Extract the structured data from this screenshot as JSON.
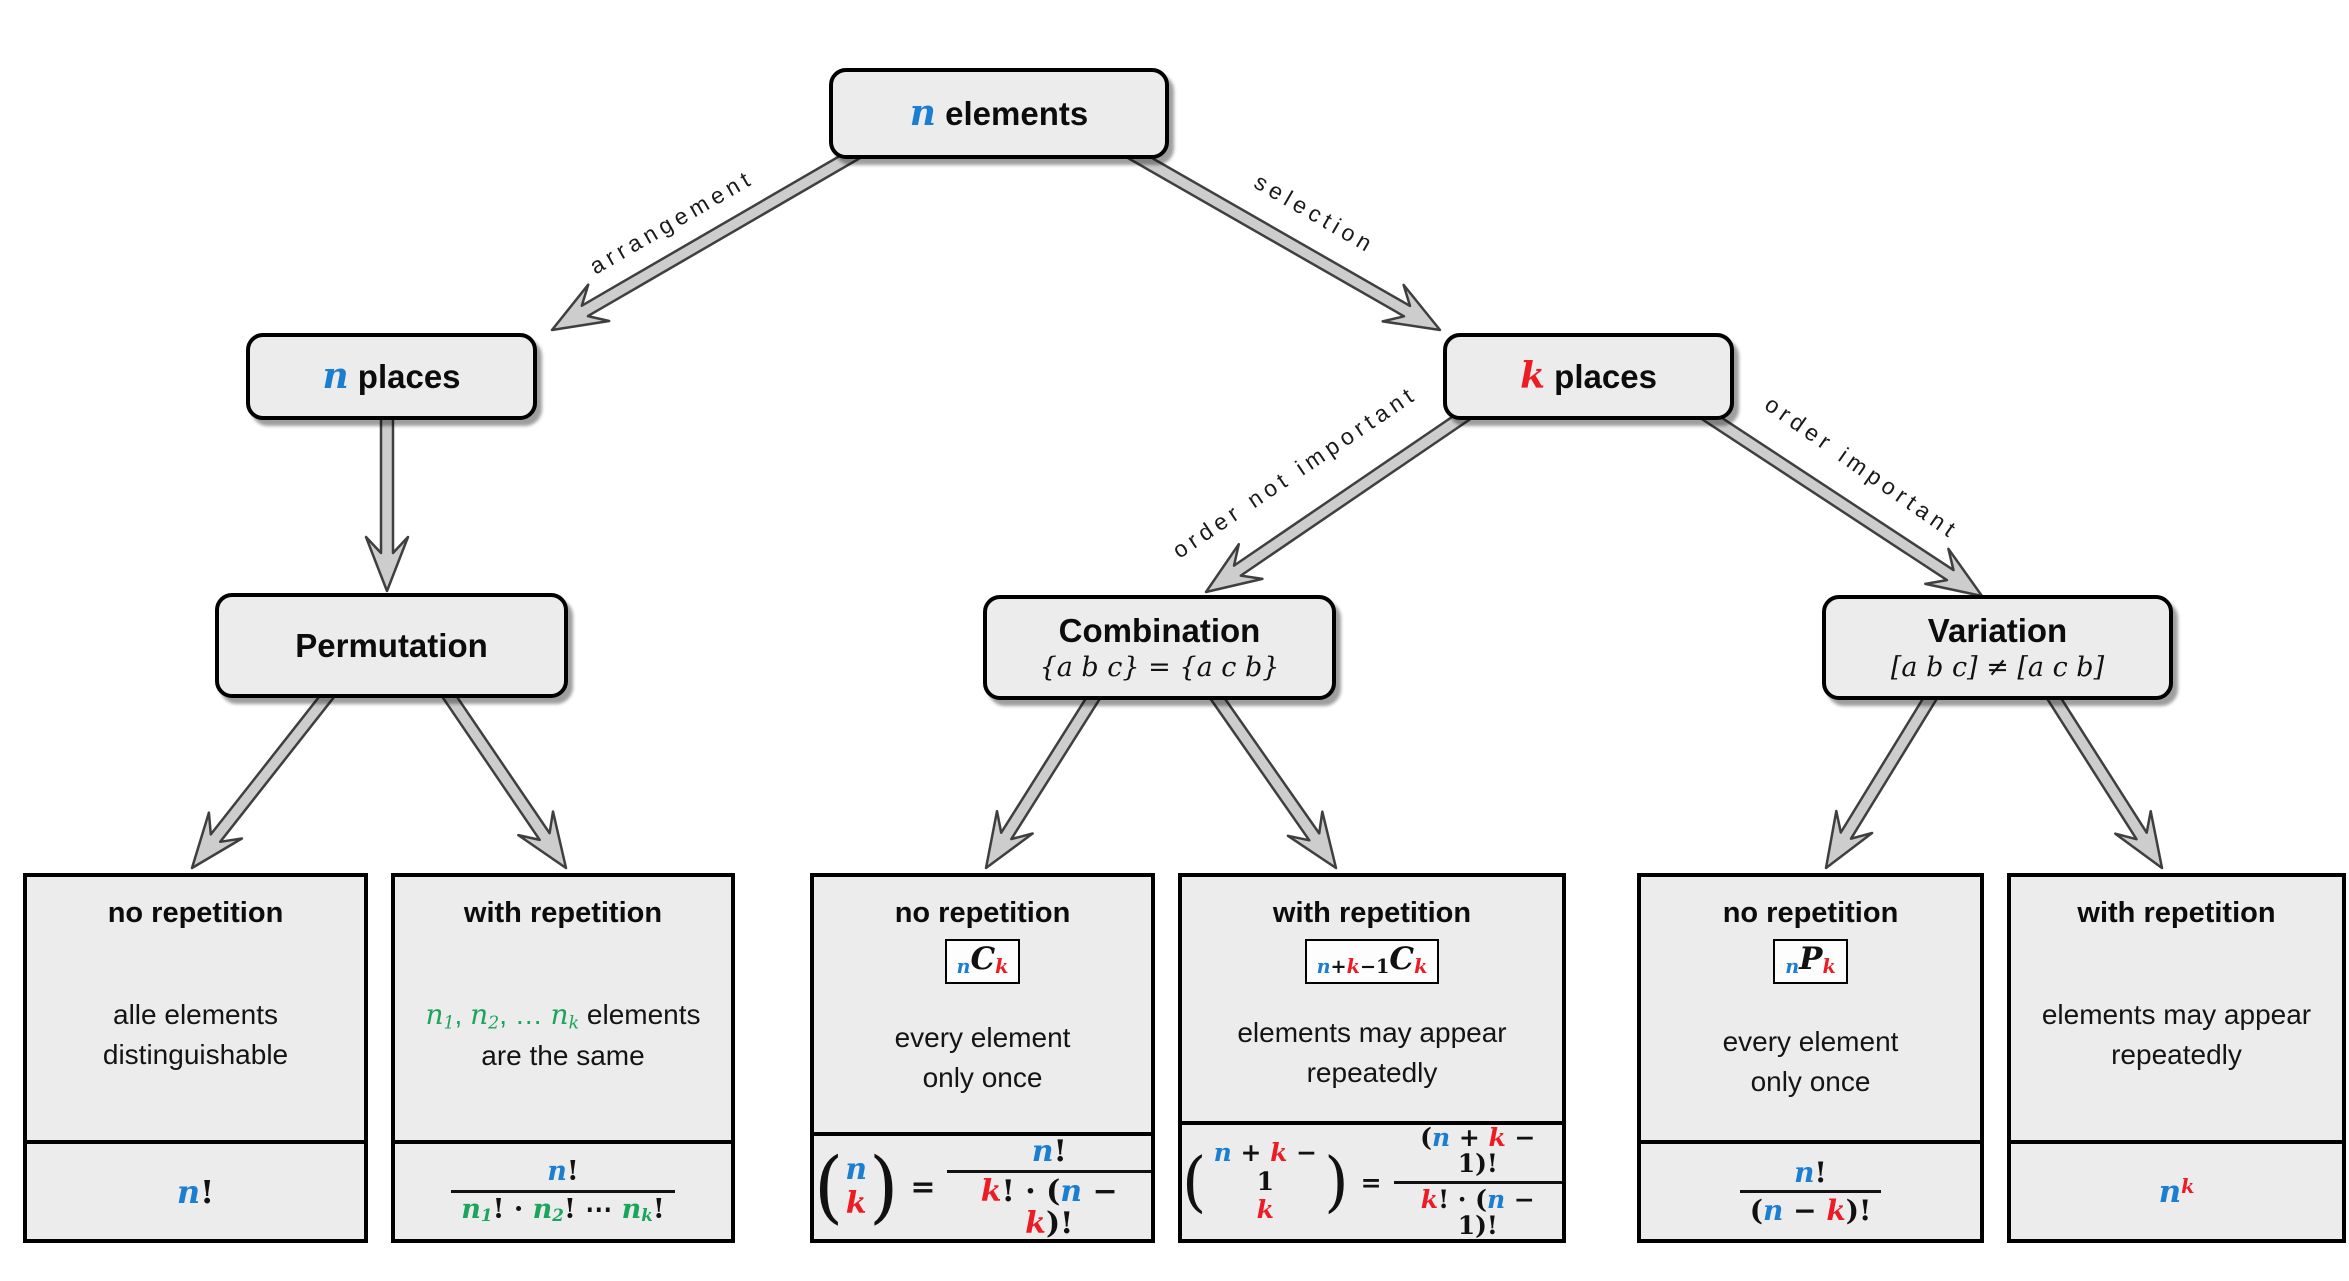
{
  "colors": {
    "blue": "#1b7ed1",
    "red": "#ed1c24",
    "green": "#1aa45c",
    "box_fill": "#ececec",
    "arrow_fill": "#cdcdcd"
  },
  "nodes": {
    "root": {
      "var": "n",
      "label": " elements"
    },
    "n_places": {
      "var": "n",
      "label": " places"
    },
    "k_places": {
      "var": "k",
      "label": " places"
    },
    "permutation": {
      "title": "Permutation"
    },
    "combination": {
      "title": "Combination",
      "subtitle": "{a b c} = {a c b}"
    },
    "variation": {
      "title": "Variation",
      "subtitle": "[a b c] ≠ [a c b]"
    }
  },
  "edge_labels": {
    "arrangement": "arrangement",
    "selection": "selection",
    "order_not_important": "order not important",
    "order_important": "order important"
  },
  "syms": {
    "lp": "(",
    "rp": ")",
    "eq": "="
  },
  "leaves": [
    {
      "title": "no repetition",
      "desc1": [
        {
          "t": "alle elements"
        }
      ],
      "desc2": [
        {
          "t": "distinguishable"
        }
      ],
      "formula": {
        "inline": [
          {
            "t": "n",
            "c": "blue",
            "m": 1
          },
          {
            "t": "!"
          }
        ]
      }
    },
    {
      "title": "with repetition",
      "desc1": [
        {
          "t": "n",
          "c": "green",
          "m": 1
        },
        {
          "t": "1",
          "c": "green",
          "v": "sub",
          "m": 1
        },
        {
          "t": ", ",
          "c": "green"
        },
        {
          "t": "n",
          "c": "green",
          "m": 1
        },
        {
          "t": "2",
          "c": "green",
          "v": "sub",
          "m": 1
        },
        {
          "t": ", … ",
          "c": "green"
        },
        {
          "t": "n",
          "c": "green",
          "m": 1
        },
        {
          "t": "k",
          "c": "green",
          "v": "sub",
          "m": 1
        },
        {
          "t": " elements"
        }
      ],
      "desc2": [
        {
          "t": "are the same"
        }
      ],
      "formula": {
        "num": [
          {
            "t": "n",
            "c": "blue",
            "m": 1
          },
          {
            "t": "!"
          }
        ],
        "den": [
          {
            "t": "n",
            "c": "green",
            "m": 1
          },
          {
            "t": "1",
            "c": "green",
            "v": "sub",
            "m": 1
          },
          {
            "t": "! · "
          },
          {
            "t": "n",
            "c": "green",
            "m": 1
          },
          {
            "t": "2",
            "c": "green",
            "v": "sub",
            "m": 1
          },
          {
            "t": "! ⋯ "
          },
          {
            "t": "n",
            "c": "green",
            "m": 1
          },
          {
            "t": "k",
            "c": "green",
            "v": "sub",
            "m": 1
          },
          {
            "t": "!"
          }
        ]
      }
    },
    {
      "title": "no repetition",
      "nota": [
        {
          "t": "n",
          "c": "blue",
          "v": "sub",
          "m": 1
        },
        {
          "t": "C",
          "m": 1
        },
        {
          "t": "k",
          "c": "red",
          "v": "sub",
          "m": 1
        }
      ],
      "desc1": [
        {
          "t": "every element"
        }
      ],
      "desc2": [
        {
          "t": "only once"
        }
      ],
      "formula": {
        "binom_top": [
          {
            "t": "n",
            "c": "blue",
            "m": 1
          }
        ],
        "binom_bot": [
          {
            "t": "k",
            "c": "red",
            "m": 1
          }
        ],
        "num": [
          {
            "t": "n",
            "c": "blue",
            "m": 1
          },
          {
            "t": "!"
          }
        ],
        "den": [
          {
            "t": "k",
            "c": "red",
            "m": 1
          },
          {
            "t": "! · ("
          },
          {
            "t": "n",
            "c": "blue",
            "m": 1
          },
          {
            "t": " − "
          },
          {
            "t": "k",
            "c": "red",
            "m": 1
          },
          {
            "t": ")!"
          }
        ]
      }
    },
    {
      "title": "with repetition",
      "nota": [
        {
          "t": "n",
          "c": "blue",
          "v": "sub",
          "m": 1
        },
        {
          "t": "+",
          "v": "sub"
        },
        {
          "t": "k",
          "c": "red",
          "v": "sub",
          "m": 1
        },
        {
          "t": "−1",
          "v": "sub"
        },
        {
          "t": "C",
          "m": 1
        },
        {
          "t": "k",
          "c": "red",
          "v": "sub",
          "m": 1
        }
      ],
      "desc1": [
        {
          "t": "elements may appear"
        }
      ],
      "desc2": [
        {
          "t": "repeatedly"
        }
      ],
      "formula": {
        "binom_top": [
          {
            "t": "n",
            "c": "blue",
            "m": 1
          },
          {
            "t": " + "
          },
          {
            "t": "k",
            "c": "red",
            "m": 1
          },
          {
            "t": " − 1"
          }
        ],
        "binom_bot": [
          {
            "t": "k",
            "c": "red",
            "m": 1
          }
        ],
        "num": [
          {
            "t": "("
          },
          {
            "t": "n",
            "c": "blue",
            "m": 1
          },
          {
            "t": " + "
          },
          {
            "t": "k",
            "c": "red",
            "m": 1
          },
          {
            "t": " − 1)!"
          }
        ],
        "den": [
          {
            "t": "k",
            "c": "red",
            "m": 1
          },
          {
            "t": "! · ("
          },
          {
            "t": "n",
            "c": "blue",
            "m": 1
          },
          {
            "t": " − 1)!"
          }
        ]
      }
    },
    {
      "title": "no repetition",
      "nota": [
        {
          "t": "n",
          "c": "blue",
          "v": "sub",
          "m": 1
        },
        {
          "t": "P",
          "m": 1
        },
        {
          "t": "k",
          "c": "red",
          "v": "sub",
          "m": 1
        }
      ],
      "desc1": [
        {
          "t": "every element"
        }
      ],
      "desc2": [
        {
          "t": "only once"
        }
      ],
      "formula": {
        "num": [
          {
            "t": "n",
            "c": "blue",
            "m": 1
          },
          {
            "t": "!"
          }
        ],
        "den": [
          {
            "t": "("
          },
          {
            "t": "n",
            "c": "blue",
            "m": 1
          },
          {
            "t": " − "
          },
          {
            "t": "k",
            "c": "red",
            "m": 1
          },
          {
            "t": ")!"
          }
        ]
      }
    },
    {
      "title": "with repetition",
      "desc1": [
        {
          "t": "elements may appear"
        }
      ],
      "desc2": [
        {
          "t": "repeatedly"
        }
      ],
      "formula": {
        "inline": [
          {
            "t": "n",
            "c": "blue",
            "m": 1
          },
          {
            "t": "k",
            "c": "red",
            "v": "sup",
            "m": 1
          }
        ]
      }
    }
  ]
}
